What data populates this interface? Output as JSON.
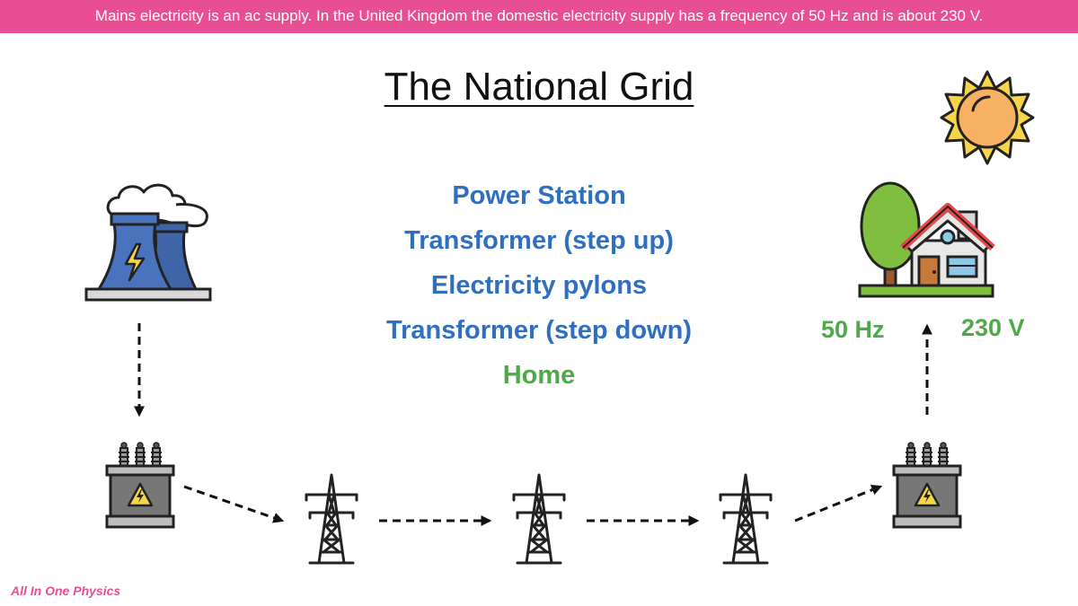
{
  "banner": {
    "text": "Mains electricity is an ac supply. In the United Kingdom the domestic electricity supply has a frequency of 50 Hz and is about 230 V."
  },
  "title": "The National Grid",
  "steps": [
    {
      "label": "Power Station"
    },
    {
      "label": "Transformer (step up)"
    },
    {
      "label": "Electricity pylons"
    },
    {
      "label": "Transformer (step down)"
    },
    {
      "label": "Home"
    }
  ],
  "home_labels": {
    "frequency": "50 Hz",
    "voltage": "230 V"
  },
  "footer": {
    "brand": "All In One Physics"
  },
  "icons": [
    "sun-icon",
    "power-station-icon",
    "house-icon",
    "transformer-icon",
    "pylon-icon"
  ],
  "colors": {
    "banner": "#e84f92",
    "step_text": "#2e6fbf",
    "home_text": "#4fa84a"
  }
}
